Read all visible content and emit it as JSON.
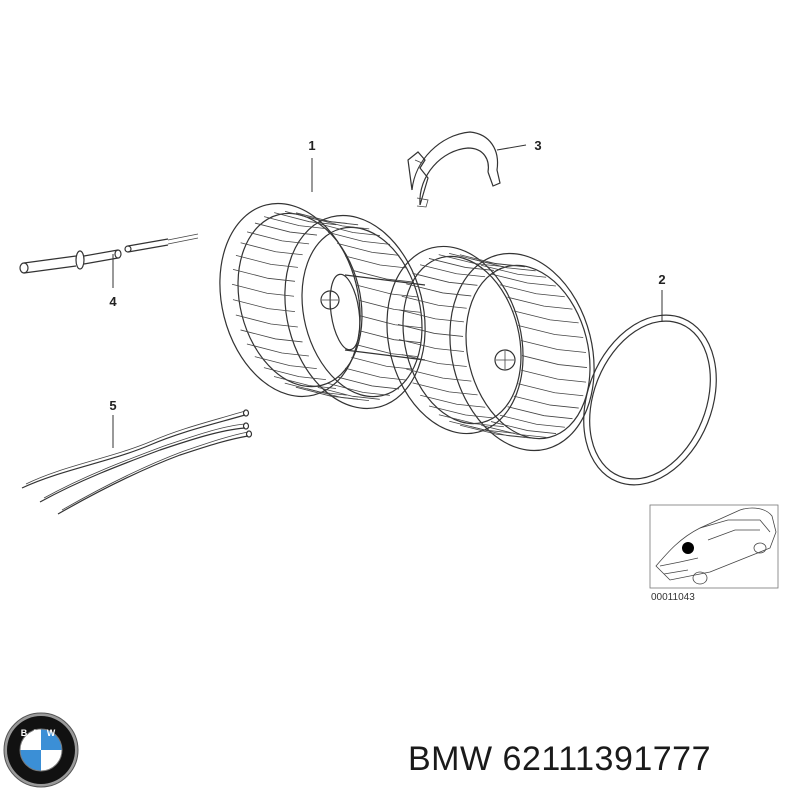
{
  "diagram": {
    "callouts": [
      {
        "id": "1",
        "label": "1",
        "part": "blower-wheel-assembly"
      },
      {
        "id": "2",
        "label": "2",
        "part": "seal-ring"
      },
      {
        "id": "3",
        "label": "3",
        "part": "mounting-clip"
      },
      {
        "id": "4",
        "label": "4",
        "part": "resistor-sleeve"
      },
      {
        "id": "5",
        "label": "5",
        "part": "wiring-harness"
      }
    ],
    "inset_reference_code": "00011043"
  },
  "brand": {
    "logo_letters": "BMW",
    "logo_colors": {
      "blue": "#3b8fd6",
      "white": "#ffffff",
      "black": "#111111",
      "chrome": "#9a9a9a"
    }
  },
  "part_number": {
    "brand": "BMW",
    "number": "62111391777"
  }
}
